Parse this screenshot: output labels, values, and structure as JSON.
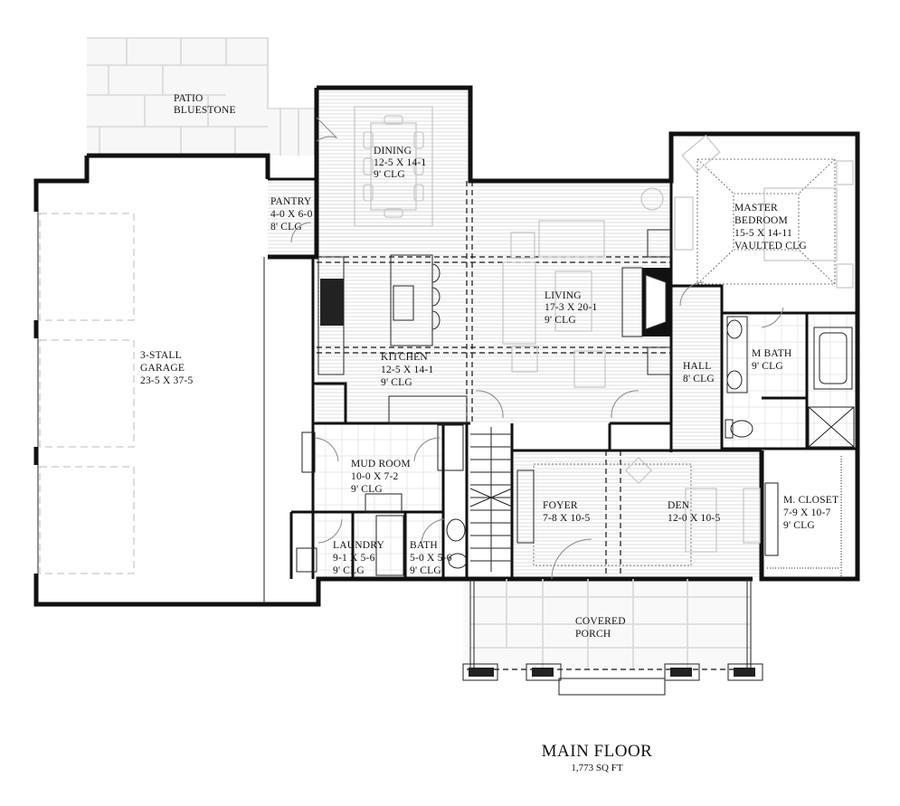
{
  "plan": {
    "title": "MAIN FLOOR",
    "area": "1,773 SQ FT"
  },
  "rooms": {
    "patio": {
      "name": "PATIO",
      "line2": "BLUESTONE"
    },
    "dining": {
      "name": "DINING",
      "size": "12-5 X 14-1",
      "ceiling": "9' CLG"
    },
    "pantry": {
      "name": "PANTRY",
      "size": "4-0 X 6-0",
      "ceiling": "8' CLG"
    },
    "garage": {
      "name": "3-STALL",
      "line2": "GARAGE",
      "size": "23-5 X 37-5"
    },
    "kitchen": {
      "name": "KITCHEN",
      "size": "12-5 X 14-1",
      "ceiling": "9' CLG"
    },
    "living": {
      "name": "LIVING",
      "size": "17-3 X 20-1",
      "ceiling": "9' CLG"
    },
    "master_bedroom": {
      "name": "MASTER",
      "line2": "BEDROOM",
      "size": "15-5 X 14-11",
      "ceiling": "VAULTED CLG"
    },
    "hall": {
      "name": "HALL",
      "ceiling": "8' CLG"
    },
    "m_bath": {
      "name": "M BATH",
      "ceiling": "9' CLG"
    },
    "mud_room": {
      "name": "MUD ROOM",
      "size": "10-0 X 7-2",
      "ceiling": "9' CLG"
    },
    "laundry": {
      "name": "LAUNDRY",
      "size": "9-1 X 5-6",
      "ceiling": "9' CLG"
    },
    "bath": {
      "name": "BATH",
      "size": "5-0 X 5-6",
      "ceiling": "9' CLG"
    },
    "foyer": {
      "name": "FOYER",
      "size": "7-8 X 10-5"
    },
    "den": {
      "name": "DEN",
      "size": "12-0 X 10-5"
    },
    "m_closet": {
      "name": "M. CLOSET",
      "size": "7-9 X 10-7",
      "ceiling": "9' CLG"
    },
    "covered_porch": {
      "name": "COVERED",
      "line2": "PORCH"
    }
  }
}
